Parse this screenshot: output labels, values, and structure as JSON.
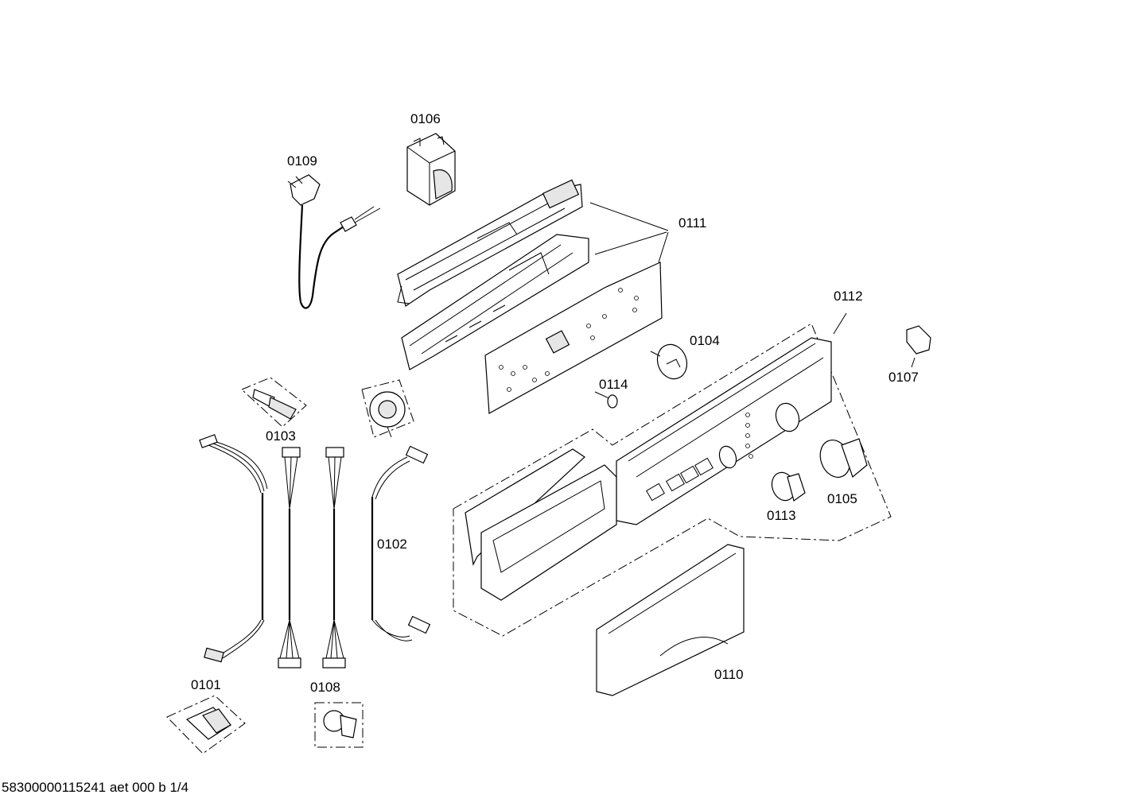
{
  "diagram": {
    "labels": {
      "p0101": "0101",
      "p0102": "0102",
      "p0103": "0103",
      "p0104": "0104",
      "p0105": "0105",
      "p0106": "0106",
      "p0107": "0107",
      "p0108": "0108",
      "p0109": "0109",
      "p0110": "0110",
      "p0111": "0111",
      "p0112": "0112",
      "p0113": "0113",
      "p0114": "0114"
    },
    "footer": "58300000115241 aet 000 b 1/4"
  }
}
